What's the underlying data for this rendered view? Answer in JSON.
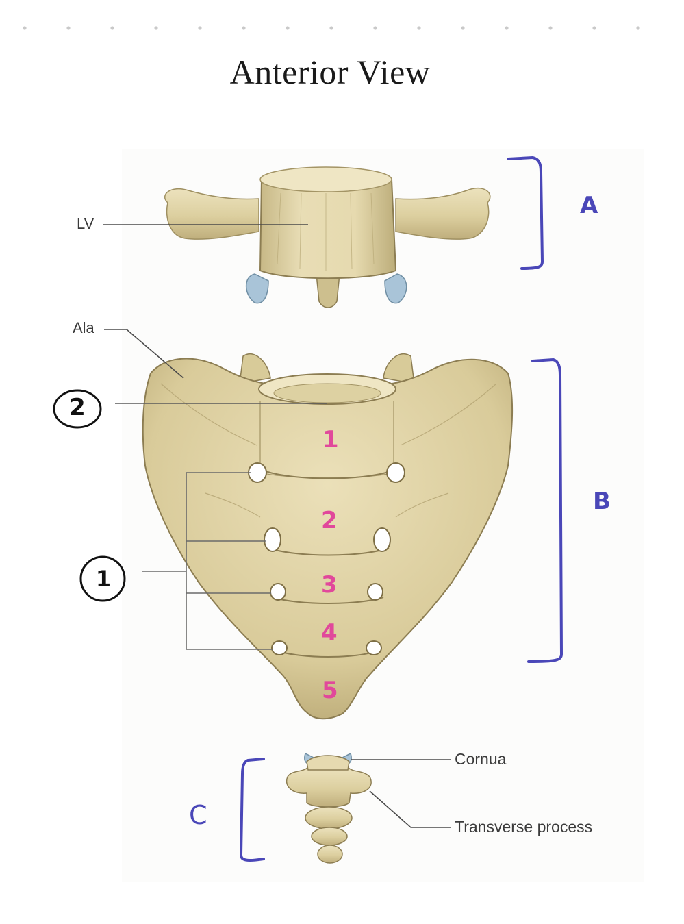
{
  "title": "Anterior View",
  "labels": {
    "lv": "LV",
    "ala": "Ala",
    "cornua": "Cornua",
    "transverse_process": "Transverse process"
  },
  "handwritten": {
    "bracket_a": "A",
    "bracket_b": "B",
    "bracket_c": "C",
    "callout_1": "1",
    "callout_2": "2"
  },
  "sacral_segments": [
    "1",
    "2",
    "3",
    "4",
    "5"
  ],
  "colors": {
    "bone": "#e2d6ab",
    "bone_shadow": "#b5a678",
    "bone_dark": "#8c7d52",
    "bracket_ink": "#4a47b8",
    "segment_ink": "#e1489b",
    "cartilage": "#a9c4d8"
  }
}
